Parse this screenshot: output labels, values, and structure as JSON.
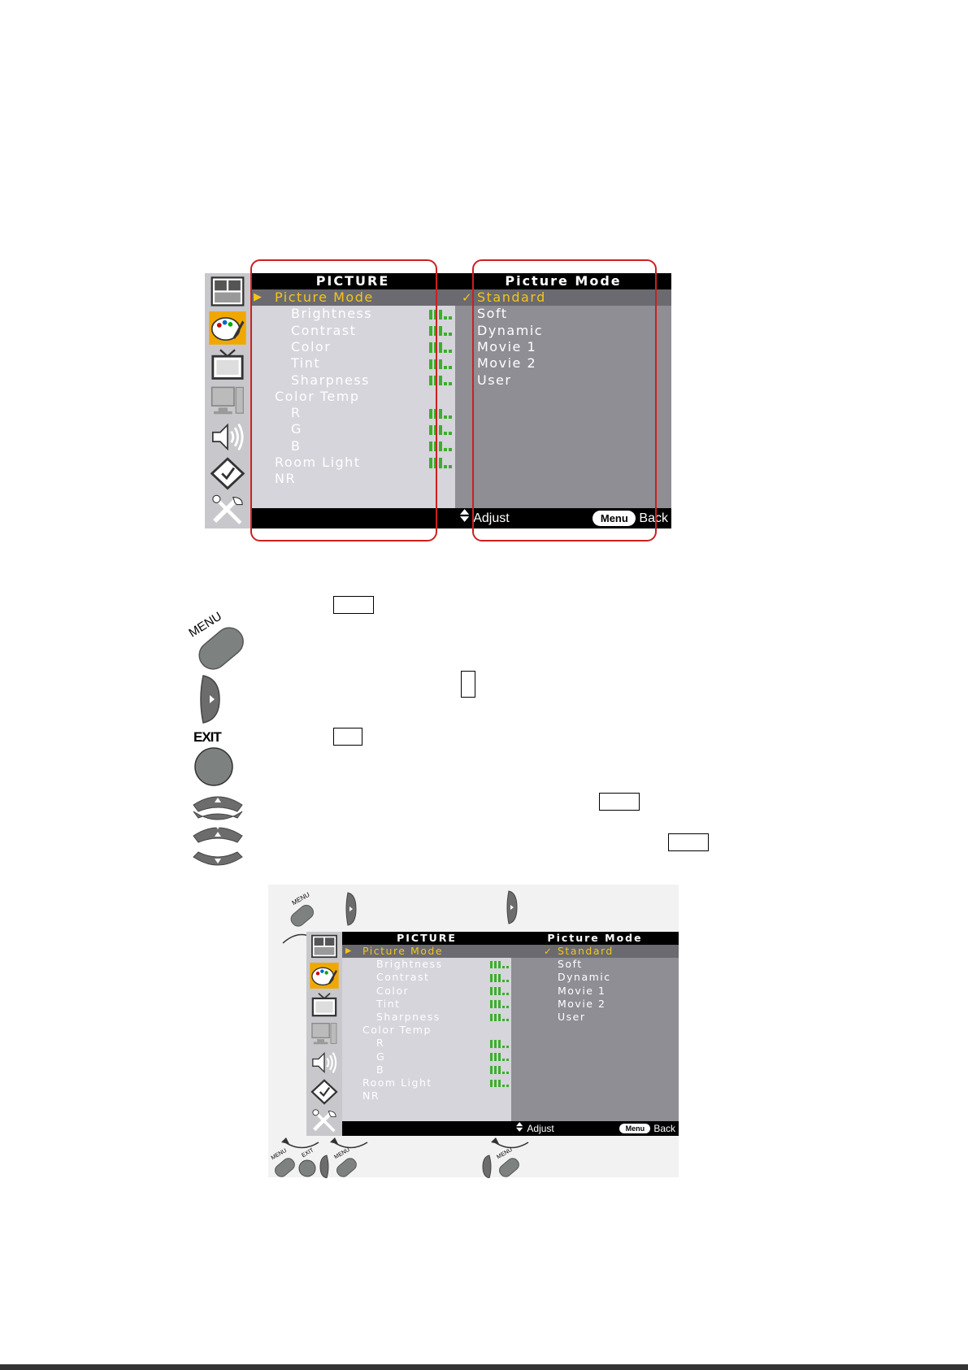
{
  "osd": {
    "left_title": "PICTURE",
    "right_title": "Picture Mode",
    "left_items": [
      {
        "label": "Picture Mode",
        "selected": true,
        "indent": false,
        "bar": false
      },
      {
        "label": "Brightness",
        "selected": false,
        "indent": true,
        "bar": true
      },
      {
        "label": "Contrast",
        "selected": false,
        "indent": true,
        "bar": true
      },
      {
        "label": "Color",
        "selected": false,
        "indent": true,
        "bar": true
      },
      {
        "label": "Tint",
        "selected": false,
        "indent": true,
        "bar": true
      },
      {
        "label": "Sharpness",
        "selected": false,
        "indent": true,
        "bar": true
      },
      {
        "label": "Color Temp",
        "selected": false,
        "indent": false,
        "bar": false
      },
      {
        "label": "R",
        "selected": false,
        "indent": true,
        "bar": true
      },
      {
        "label": "G",
        "selected": false,
        "indent": true,
        "bar": true
      },
      {
        "label": "B",
        "selected": false,
        "indent": true,
        "bar": true
      },
      {
        "label": "Room Light",
        "selected": false,
        "indent": false,
        "bar": true
      },
      {
        "label": "NR",
        "selected": false,
        "indent": false,
        "bar": false
      }
    ],
    "right_items": [
      {
        "label": "Standard",
        "checked": true
      },
      {
        "label": "Soft",
        "checked": false
      },
      {
        "label": "Dynamic",
        "checked": false
      },
      {
        "label": "Movie 1",
        "checked": false
      },
      {
        "label": "Movie 2",
        "checked": false
      },
      {
        "label": "User",
        "checked": false
      }
    ],
    "check_mark": "✓",
    "pointer": "▶",
    "footer": {
      "adjust_label": "Adjust",
      "menu_pill": "Menu",
      "back_label": "Back"
    },
    "icons": [
      "layout-icon",
      "palette-icon",
      "tv-icon",
      "monitor-icon",
      "speaker-icon",
      "setup-icon",
      "tools-icon"
    ],
    "colors": {
      "selected_text": "#f5c518",
      "level_bar": "#3cae2c",
      "highlight_box": "#cc2020"
    }
  },
  "remote": {
    "menu_label": "MENU",
    "exit_label": "EXIT",
    "mini_menu_label": "MENU",
    "mini_exit_label": "EXIT"
  }
}
